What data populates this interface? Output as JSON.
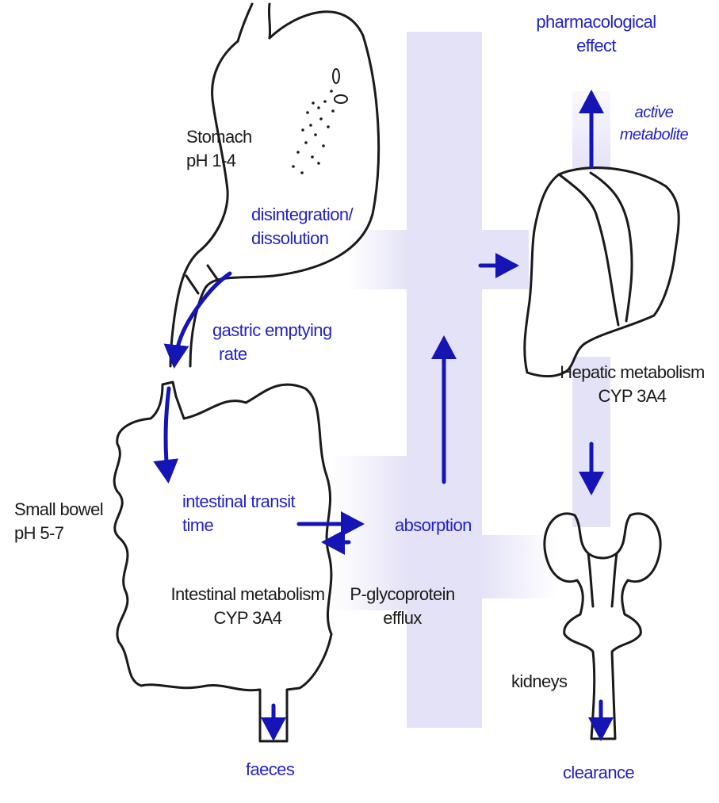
{
  "colors": {
    "outline": "#1a1a1a",
    "arrow": "#1515b5",
    "text_blue": "#2222cc",
    "band": "#e4e2f6"
  },
  "labels": {
    "stomach": [
      "Stomach",
      "pH 1-4"
    ],
    "disintegration": [
      "disintegration/",
      "dissolution"
    ],
    "gastric_emptying": [
      "gastric emptying",
      "rate"
    ],
    "small_bowel": [
      "Small bowel",
      "pH 5-7"
    ],
    "intestinal_transit": [
      "intestinal transit",
      "time"
    ],
    "intestinal_metabolism": [
      "Intestinal metabolism",
      "CYP 3A4"
    ],
    "absorption": "absorption",
    "pgp_efflux": [
      "P-glycoprotein",
      "efflux"
    ],
    "faeces": "faeces",
    "pharmacological_effect": [
      "pharmacological",
      "effect"
    ],
    "active_metabolite": [
      "active",
      "metabolite"
    ],
    "hepatic_metabolism": [
      "Hepatic metabolism",
      "CYP 3A4"
    ],
    "kidneys": "kidneys",
    "clearance": "clearance"
  }
}
